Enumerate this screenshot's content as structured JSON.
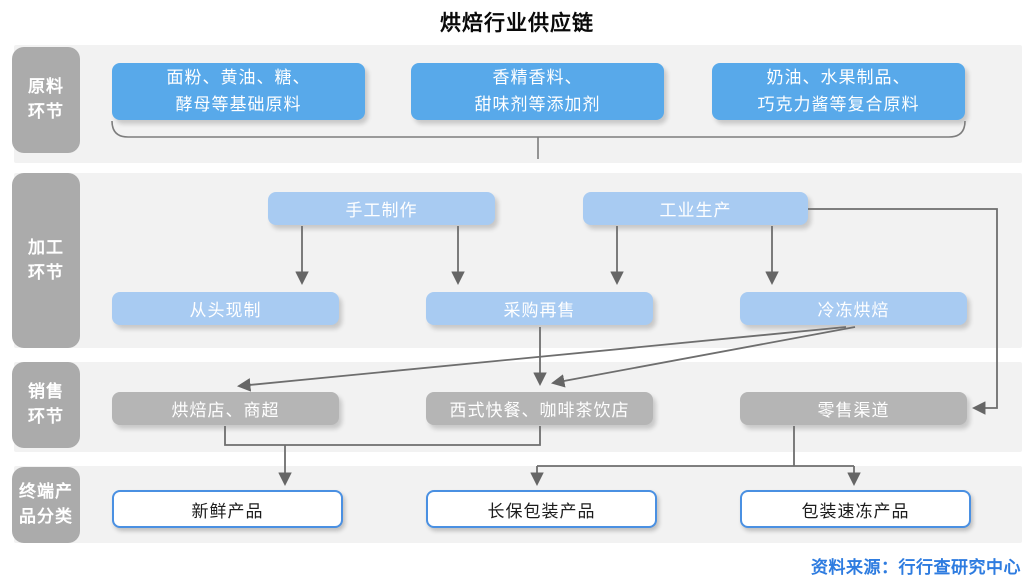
{
  "title": "烘焙行业供应链",
  "source_note": "资料来源：行行查研究中心",
  "stages": {
    "raw": {
      "label": "原料\n环节"
    },
    "processing": {
      "label": "加工\n环节"
    },
    "sales": {
      "label": "销售\n环节"
    },
    "end_products": {
      "label": "终端产\n品分类"
    }
  },
  "nodes": {
    "basic_ingredients": {
      "label": "面粉、黄油、糖、\n酵母等基础原料"
    },
    "additives": {
      "label": "香精香料、\n甜味剂等添加剂"
    },
    "compound_ingredients": {
      "label": "奶油、水果制品、\n巧克力酱等复合原料"
    },
    "handmade": {
      "label": "手工制作"
    },
    "industrial": {
      "label": "工业生产"
    },
    "scratch_made": {
      "label": "从头现制"
    },
    "purchase_resale": {
      "label": "采购再售"
    },
    "frozen_bakery": {
      "label": "冷冻烘焙"
    },
    "bakery_supermarket": {
      "label": "烘焙店、商超"
    },
    "fastfood_teashop": {
      "label": "西式快餐、咖啡茶饮店"
    },
    "retail_channel": {
      "label": "零售渠道"
    },
    "fresh_product": {
      "label": "新鲜产品"
    },
    "long_shelf_packaged": {
      "label": "长保包装产品"
    },
    "packaged_frozen": {
      "label": "包装速冻产品"
    }
  },
  "edges": [
    {
      "from": "raw_materials_group",
      "to": "processing_stage",
      "type": "brace"
    },
    {
      "from": "handmade",
      "to": "scratch_made"
    },
    {
      "from": "handmade",
      "to": "purchase_resale"
    },
    {
      "from": "industrial",
      "to": "purchase_resale"
    },
    {
      "from": "industrial",
      "to": "frozen_bakery"
    },
    {
      "from": "industrial",
      "to": "retail_channel"
    },
    {
      "from": "purchase_resale",
      "to": "fastfood_teashop"
    },
    {
      "from": "frozen_bakery",
      "to": "bakery_supermarket"
    },
    {
      "from": "frozen_bakery",
      "to": "fastfood_teashop"
    },
    {
      "from": "bakery_supermarket",
      "to": "fresh_product"
    },
    {
      "from": "fastfood_teashop",
      "to": "fresh_product"
    },
    {
      "from": "retail_channel",
      "to": "long_shelf_packaged"
    },
    {
      "from": "retail_channel",
      "to": "packaged_frozen"
    }
  ],
  "colors": {
    "primary_blue": "#58a9ea",
    "light_blue": "#a8cbf2",
    "stage_label_gray": "#ababab",
    "sales_box_gray": "#b5b5b5",
    "band_background": "#f2f2f2",
    "outline_blue": "#4a90e2",
    "connector_gray": "#6e6e6e",
    "source_text_blue": "#2e7ce0"
  }
}
